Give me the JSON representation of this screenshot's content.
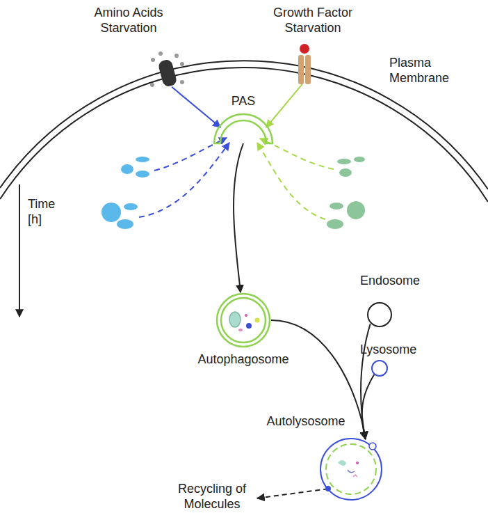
{
  "diagram": {
    "nodes": [
      {
        "text": [
          "Amino Acids Starvation"
        ]
      },
      {
        "text": [
          "Growth Factor Starvation"
        ]
      },
      {
        "text": [
          "PAS"
        ]
      },
      {
        "text": [
          "Autophagosome"
        ]
      },
      {
        "text": [
          "Endosome"
        ]
      },
      {
        "text": [
          "Lysosome"
        ]
      },
      {
        "text": [
          "Autolysosome"
        ]
      },
      {
        "text": [
          "Recycling of Molecules"
        ]
      }
    ],
    "edges": [
      {
        "from": 0,
        "to": 2,
        "arrow": "to"
      },
      {
        "from": 1,
        "to": 2,
        "arrow": "to"
      },
      {
        "from": 2,
        "to": 3,
        "arrow": "to"
      },
      {
        "from": 3,
        "to": 6,
        "arrow": "to"
      },
      {
        "from": 4,
        "to": 6,
        "arrow": "to"
      },
      {
        "from": 5,
        "to": 6,
        "arrow": "to"
      },
      {
        "from": 6,
        "to": 7,
        "arrow": "to"
      }
    ],
    "labels": [
      "Plasma Membrane",
      "Time [h]"
    ]
  }
}
